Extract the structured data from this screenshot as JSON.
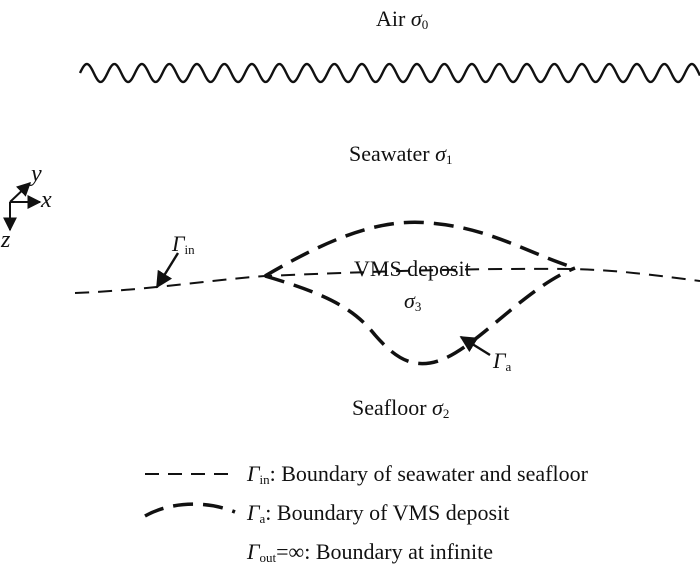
{
  "regions": {
    "air": {
      "name": "Air",
      "symbol": "σ",
      "subscript": "0"
    },
    "seawater": {
      "name": "Seawater",
      "symbol": "σ",
      "subscript": "1"
    },
    "deposit": {
      "name": "VMS deposit",
      "symbol": "σ",
      "subscript": "3"
    },
    "seafloor": {
      "name": "Seafloor",
      "symbol": "σ",
      "subscript": "2"
    }
  },
  "axes": {
    "x": "x",
    "y": "y",
    "z": "z"
  },
  "callouts": {
    "gamma_in": {
      "symbol": "Γ",
      "subscript": "in"
    },
    "gamma_a": {
      "symbol": "Γ",
      "subscript": "a"
    }
  },
  "legend": [
    {
      "line_style": "dashed-thin",
      "symbol": "Γ",
      "subscript": "in",
      "text": ": Boundary of seawater and seafloor"
    },
    {
      "line_style": "dashed-thick",
      "symbol": "Γ",
      "subscript": "a",
      "text": ": Boundary of VMS deposit"
    },
    {
      "line_style": "none",
      "symbol": "Γ",
      "subscript": "out",
      "text": "=∞: Boundary at infinite"
    }
  ]
}
